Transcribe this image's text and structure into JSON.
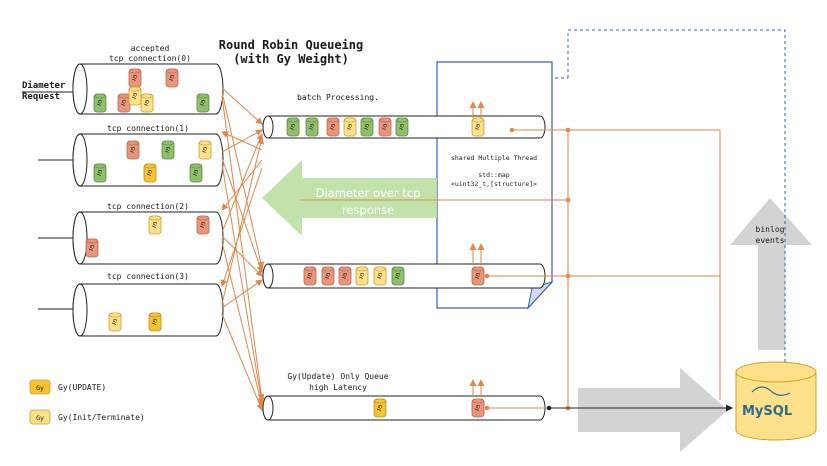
{
  "title": {
    "line1": "Round Robin Queueing",
    "line2": "(with Gy Weight)"
  },
  "diameter_request": {
    "line1": "Diameter",
    "line2": "Request"
  },
  "connections": [
    {
      "label_line1": "accepted",
      "label": "tcp connection(0)"
    },
    {
      "label": "tcp connection(1)"
    },
    {
      "label": "tcp connection(2)"
    },
    {
      "label": "tcp connection(3)"
    }
  ],
  "queues": {
    "batch_label": "batch Processing.",
    "gy_only_line1": "Gy(Update) Only Queue",
    "gy_only_line2": "high Latency"
  },
  "shared": {
    "line1": "shared Multiple Thread",
    "line2": "std::map",
    "line3": "<uint32_t,[structure]>"
  },
  "response_arrow": {
    "line1": "Diameter over tcp",
    "line2": "response"
  },
  "binlog": {
    "line1": "binlog",
    "line2": "events"
  },
  "mysql_label": "MySQL",
  "token_glyph": "Gy",
  "legend": [
    {
      "glyph": "Gy",
      "label": "Gy(UPDATE)",
      "color": "#f5c232"
    },
    {
      "glyph": "Gy",
      "label": "Gy(Init/Terminate)",
      "color": "#fde08a"
    }
  ],
  "colors": {
    "green": "#8fbf6a",
    "orange": "#e8957a",
    "yellow": "#fde08a",
    "gold": "#f5c232",
    "arrow": "#e0864a",
    "blue_line": "#3a5fb5",
    "gray_arrow": "#d3d3d3",
    "green_arrow": "#bfe0a8"
  }
}
